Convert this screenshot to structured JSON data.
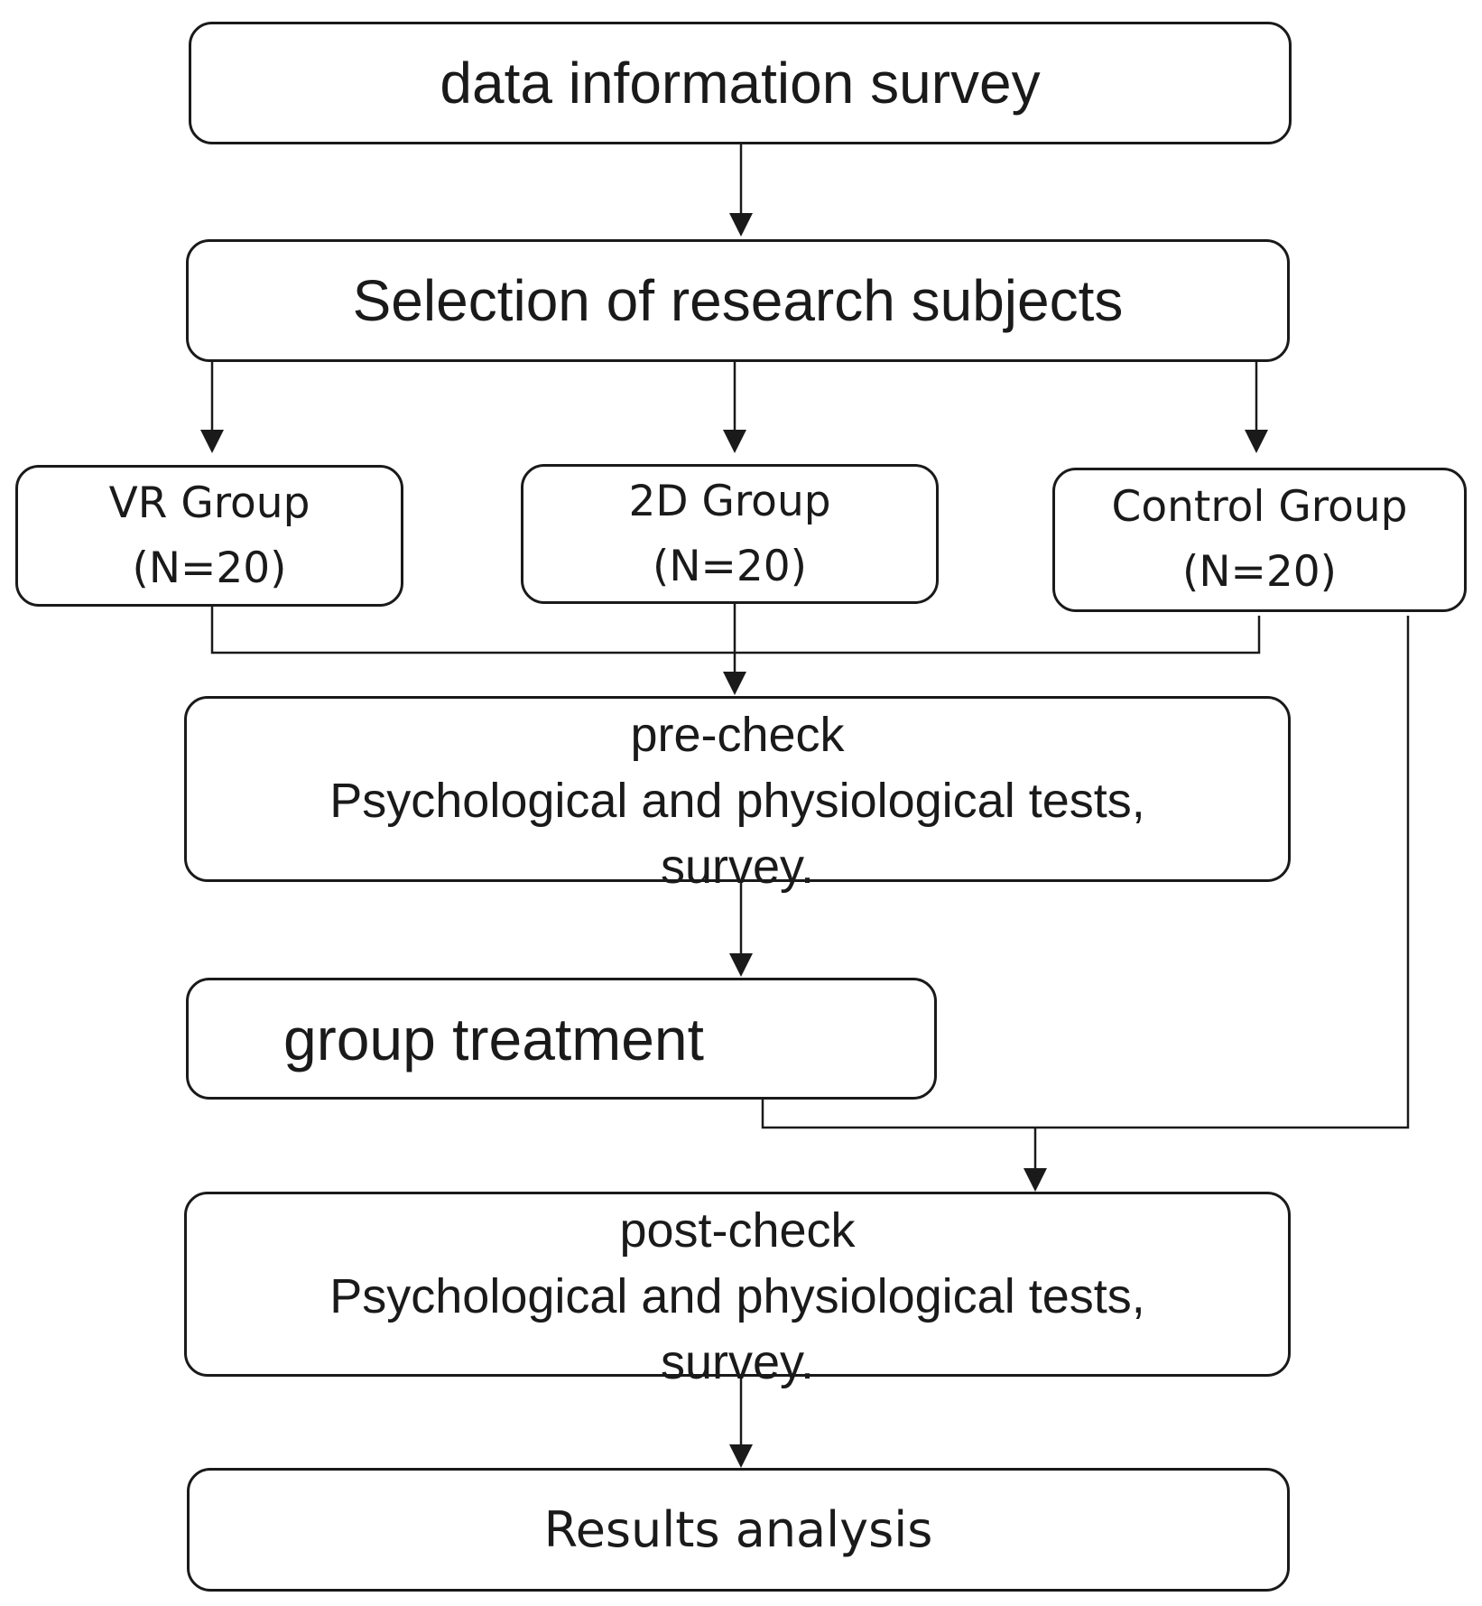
{
  "nodes": {
    "data_survey": {
      "label": "data information survey"
    },
    "selection": {
      "label": "Selection of research subjects"
    },
    "vr_group": {
      "label": "VR Group",
      "n": "(N=20)"
    },
    "twod_group": {
      "label": "2D Group",
      "n": "(N=20)"
    },
    "control_group": {
      "label": "Control Group",
      "n": "(N=20)"
    },
    "pre_check": {
      "title": "pre-check",
      "line1": "Psychological and physiological tests,",
      "line2": "survey."
    },
    "group_treatment": {
      "label": "group treatment"
    },
    "post_check": {
      "title": "post-check",
      "line1": "Psychological and physiological tests,",
      "line2": "survey."
    },
    "results": {
      "label": "Results analysis"
    }
  }
}
